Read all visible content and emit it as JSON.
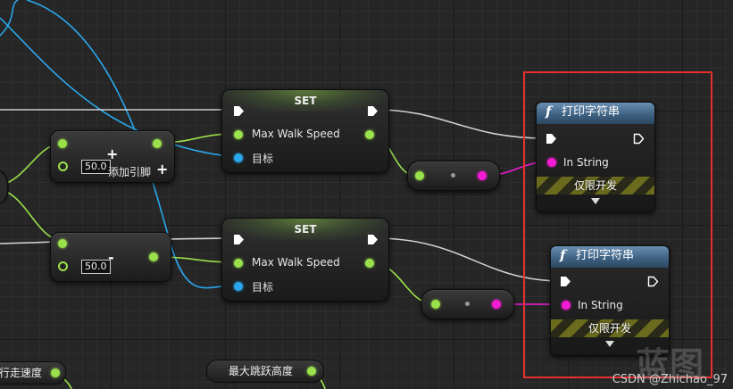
{
  "colors": {
    "float_pin": "#9be14b",
    "object_pin": "#29a8ee",
    "string_pin": "#f41bd5",
    "highlight": "#e53030"
  },
  "set_nodes": [
    {
      "title": "SET",
      "pin_value": "Max Walk Speed",
      "pin_target": "目标"
    },
    {
      "title": "SET",
      "pin_value": "Max Walk Speed",
      "pin_target": "目标"
    }
  ],
  "math_nodes": [
    {
      "value": "50.0",
      "op": "+",
      "add_pin": "添加引脚"
    },
    {
      "value": "50.0",
      "op": "-"
    }
  ],
  "print_nodes": [
    {
      "title": "打印字符串",
      "pin_in": "In String",
      "dev_only": "仅限开发"
    },
    {
      "title": "打印字符串",
      "pin_in": "In String",
      "dev_only": "仅限开发"
    }
  ],
  "bottom_vars": [
    {
      "label": "行走速度",
      "icon": "float-variable-icon"
    },
    {
      "label": "最大跳跃高度",
      "icon": "float-variable-icon"
    }
  ],
  "watermark": {
    "text": "CSDN @Zhichao_97",
    "big": "蓝图"
  }
}
